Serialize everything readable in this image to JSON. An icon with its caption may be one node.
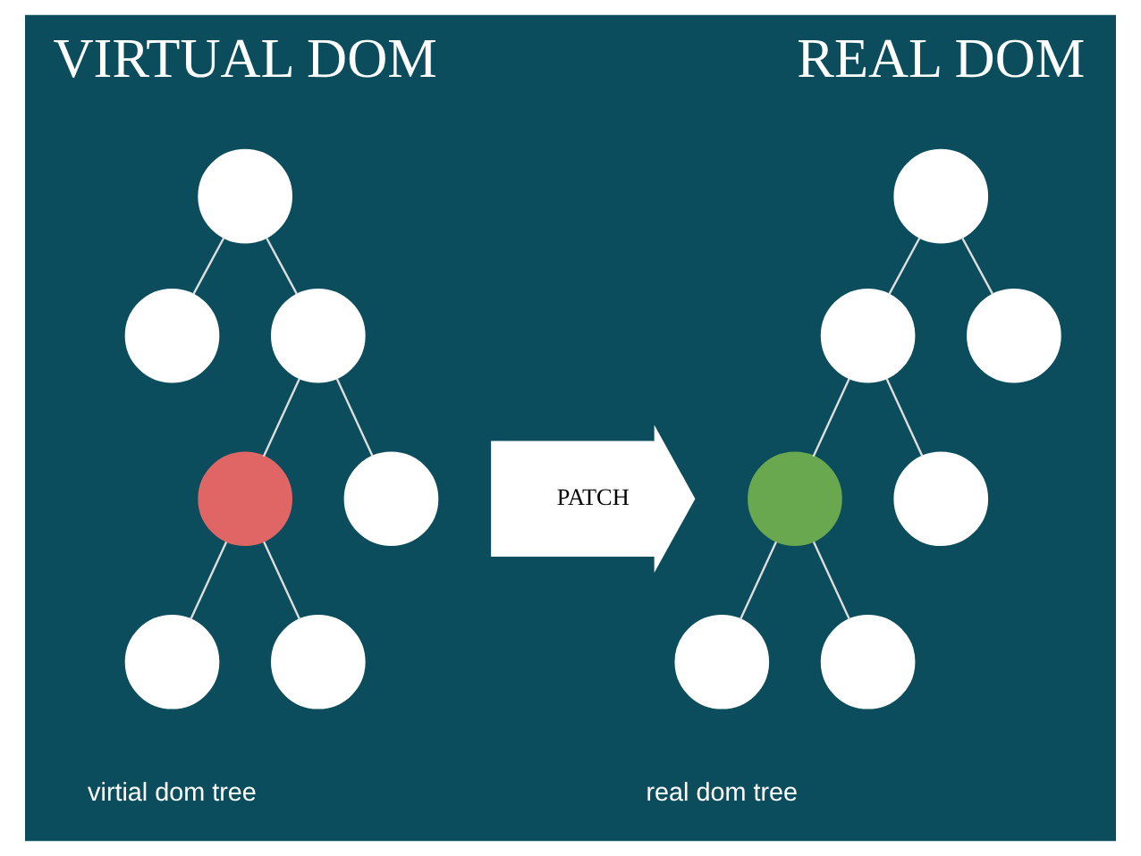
{
  "diagram": {
    "nodes": [
      {
        "text": [],
        "shape": "circle"
      },
      {
        "text": [],
        "shape": "circle"
      },
      {
        "text": [],
        "shape": "circle"
      },
      {
        "text": [],
        "shape": "circle"
      },
      {
        "text": [],
        "shape": "circle"
      },
      {
        "text": [],
        "shape": "circle"
      },
      {
        "text": [],
        "shape": "circle"
      },
      {
        "text": [
          "PATCH"
        ]
      },
      {
        "text": [],
        "shape": "circle"
      },
      {
        "text": [],
        "shape": "circle"
      },
      {
        "text": [],
        "shape": "circle"
      },
      {
        "text": [],
        "shape": "circle"
      },
      {
        "text": [],
        "shape": "circle"
      },
      {
        "text": [],
        "shape": "circle"
      },
      {
        "text": [],
        "shape": "circle"
      }
    ],
    "edges": [
      {
        "from": 0,
        "to": 1,
        "arrow": "none"
      },
      {
        "from": 0,
        "to": 2,
        "arrow": "none"
      },
      {
        "from": 2,
        "to": 3,
        "arrow": "none"
      },
      {
        "from": 2,
        "to": 4,
        "arrow": "none"
      },
      {
        "from": 3,
        "to": 5,
        "arrow": "none"
      },
      {
        "from": 3,
        "to": 6,
        "arrow": "none"
      },
      {
        "from": 8,
        "to": 9,
        "arrow": "none"
      },
      {
        "from": 8,
        "to": 10,
        "arrow": "none"
      },
      {
        "from": 10,
        "to": 11,
        "arrow": "none"
      },
      {
        "from": 10,
        "to": 12,
        "arrow": "none"
      },
      {
        "from": 11,
        "to": 13,
        "arrow": "none"
      },
      {
        "from": 11,
        "to": 14,
        "arrow": "none"
      }
    ],
    "labels": [
      "VIRTUAL DOM",
      "REAL DOM",
      "virtial dom tree",
      "real dom tree"
    ]
  }
}
